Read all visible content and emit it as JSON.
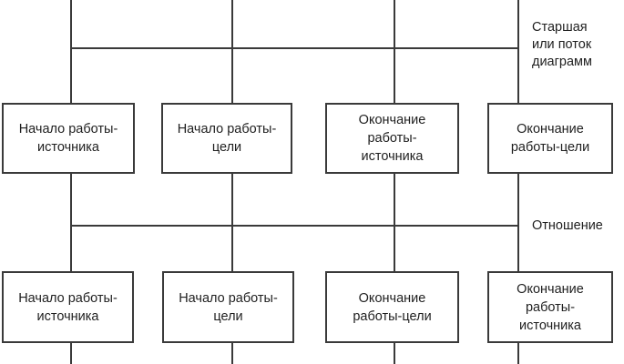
{
  "diagram": {
    "background_color": "#ffffff",
    "line_color": "#3a3a3a",
    "box_border_color": "#3a3a3a",
    "text_color": "#1f1f1f",
    "boxes": {
      "top": [
        {
          "label": "Начало работы-\nисточника"
        },
        {
          "label": "Начало работы-\nцели"
        },
        {
          "label": "Окончание\nработы-\nисточника"
        },
        {
          "label": "Окончание\nработы-цели"
        }
      ],
      "bottom": [
        {
          "label": "Начало работы-\nисточника"
        },
        {
          "label": "Начало работы-\nцели"
        },
        {
          "label": "Окончание\nработы-цели"
        },
        {
          "label": "Окончание\nработы-\nисточника"
        }
      ]
    },
    "annotations": {
      "parent_or_flow": "Старшая\nили поток\nдиаграмм",
      "relation": "Отношение"
    }
  }
}
